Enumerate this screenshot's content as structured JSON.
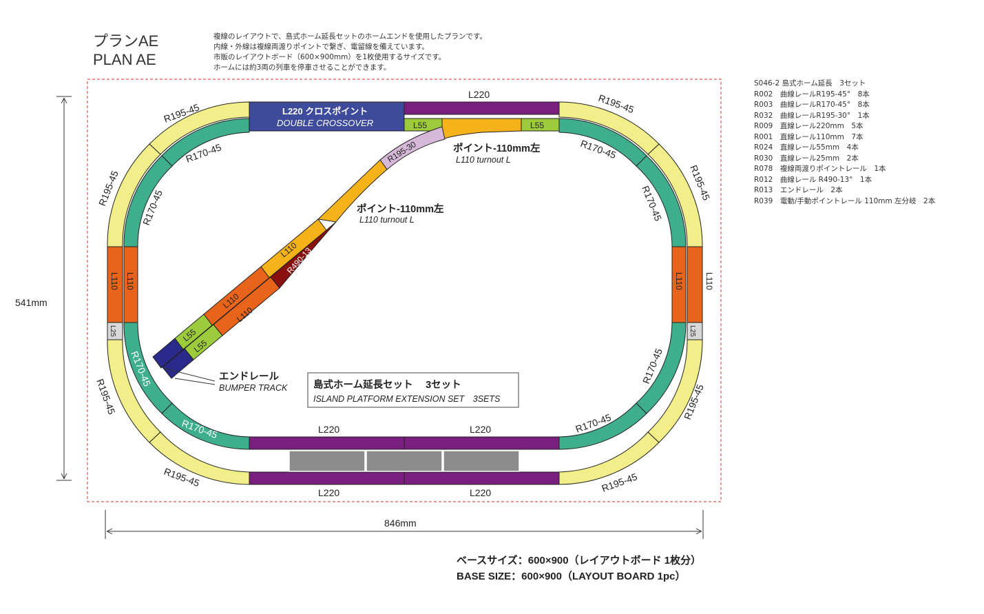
{
  "title": {
    "jp": "プランAE",
    "en": "PLAN  AE"
  },
  "description": [
    "複線のレイアウトで、島式ホーム延長セットのホームエンドを使用したプランです。",
    "内線・外線は複線両渡りポイントで繋ぎ、電留線を備えています。",
    "市販のレイアウトボード（600×900mm）を1枚使用するサイズです。",
    "ホームには約3両の列車を停車させることができます。"
  ],
  "parts_list": [
    "S046-2 島式ホーム延長　3セット",
    "R002　曲線レールR195-45°　8本",
    "R003　曲線レールR170-45°　8本",
    "R032　曲線レールR195-30°　1本",
    "R009　直線レール220mm　5本",
    "R001　直線レール110mm　7本",
    "R024　直線レール55mm　4本",
    "R030　直線レール25mm　2本",
    "R078　複線両渡りポイントレール　1本",
    "R012　曲線レール R490-13°　1本",
    "R013　エンドレール　2本",
    "R039　電動/手動ポイントレール 110mm 左分岐　2本"
  ],
  "dimensions": {
    "height": "541mm",
    "width": "846mm"
  },
  "base_size": {
    "jp": "ベースサイズ：600×900（レイアウトボード 1枚分）",
    "en": "BASE SIZE：600×900（LAYOUT BOARD 1pc）"
  },
  "labels": {
    "r195_45": "R195-45",
    "r170_45": "R170-45",
    "r195_30": "R195-30",
    "r490_13": "R490-13",
    "l220": "L220",
    "l110": "L110",
    "l55": "L55",
    "l25": "L25",
    "crossover_jp": "L220 クロスポイント",
    "crossover_en": "DOUBLE CROSSOVER",
    "turnout_jp": "ポイント-110mm左",
    "turnout_en": "L110 turnout L",
    "bumper_jp": "エンドレール",
    "bumper_en": "BUMPER TRACK",
    "platform_jp": "島式ホーム延長セット　 3セット",
    "platform_en": "ISLAND PLATFORM EXTENSION SET　3SETS"
  },
  "colors": {
    "r195": "#f2ef8a",
    "r170": "#3fae8c",
    "l220": "#7b1f7f",
    "l110": "#e8641a",
    "l55": "#9ccb3b",
    "l25": "#d8d8d8",
    "crossover": "#3d4b9a",
    "turnout": "#f6b21a",
    "r195_30": "#d6b8d8",
    "r490": "#8a1010",
    "bumper": "#2a2a8a",
    "platform": "#8c8c8c",
    "board_border": "#e05050"
  }
}
